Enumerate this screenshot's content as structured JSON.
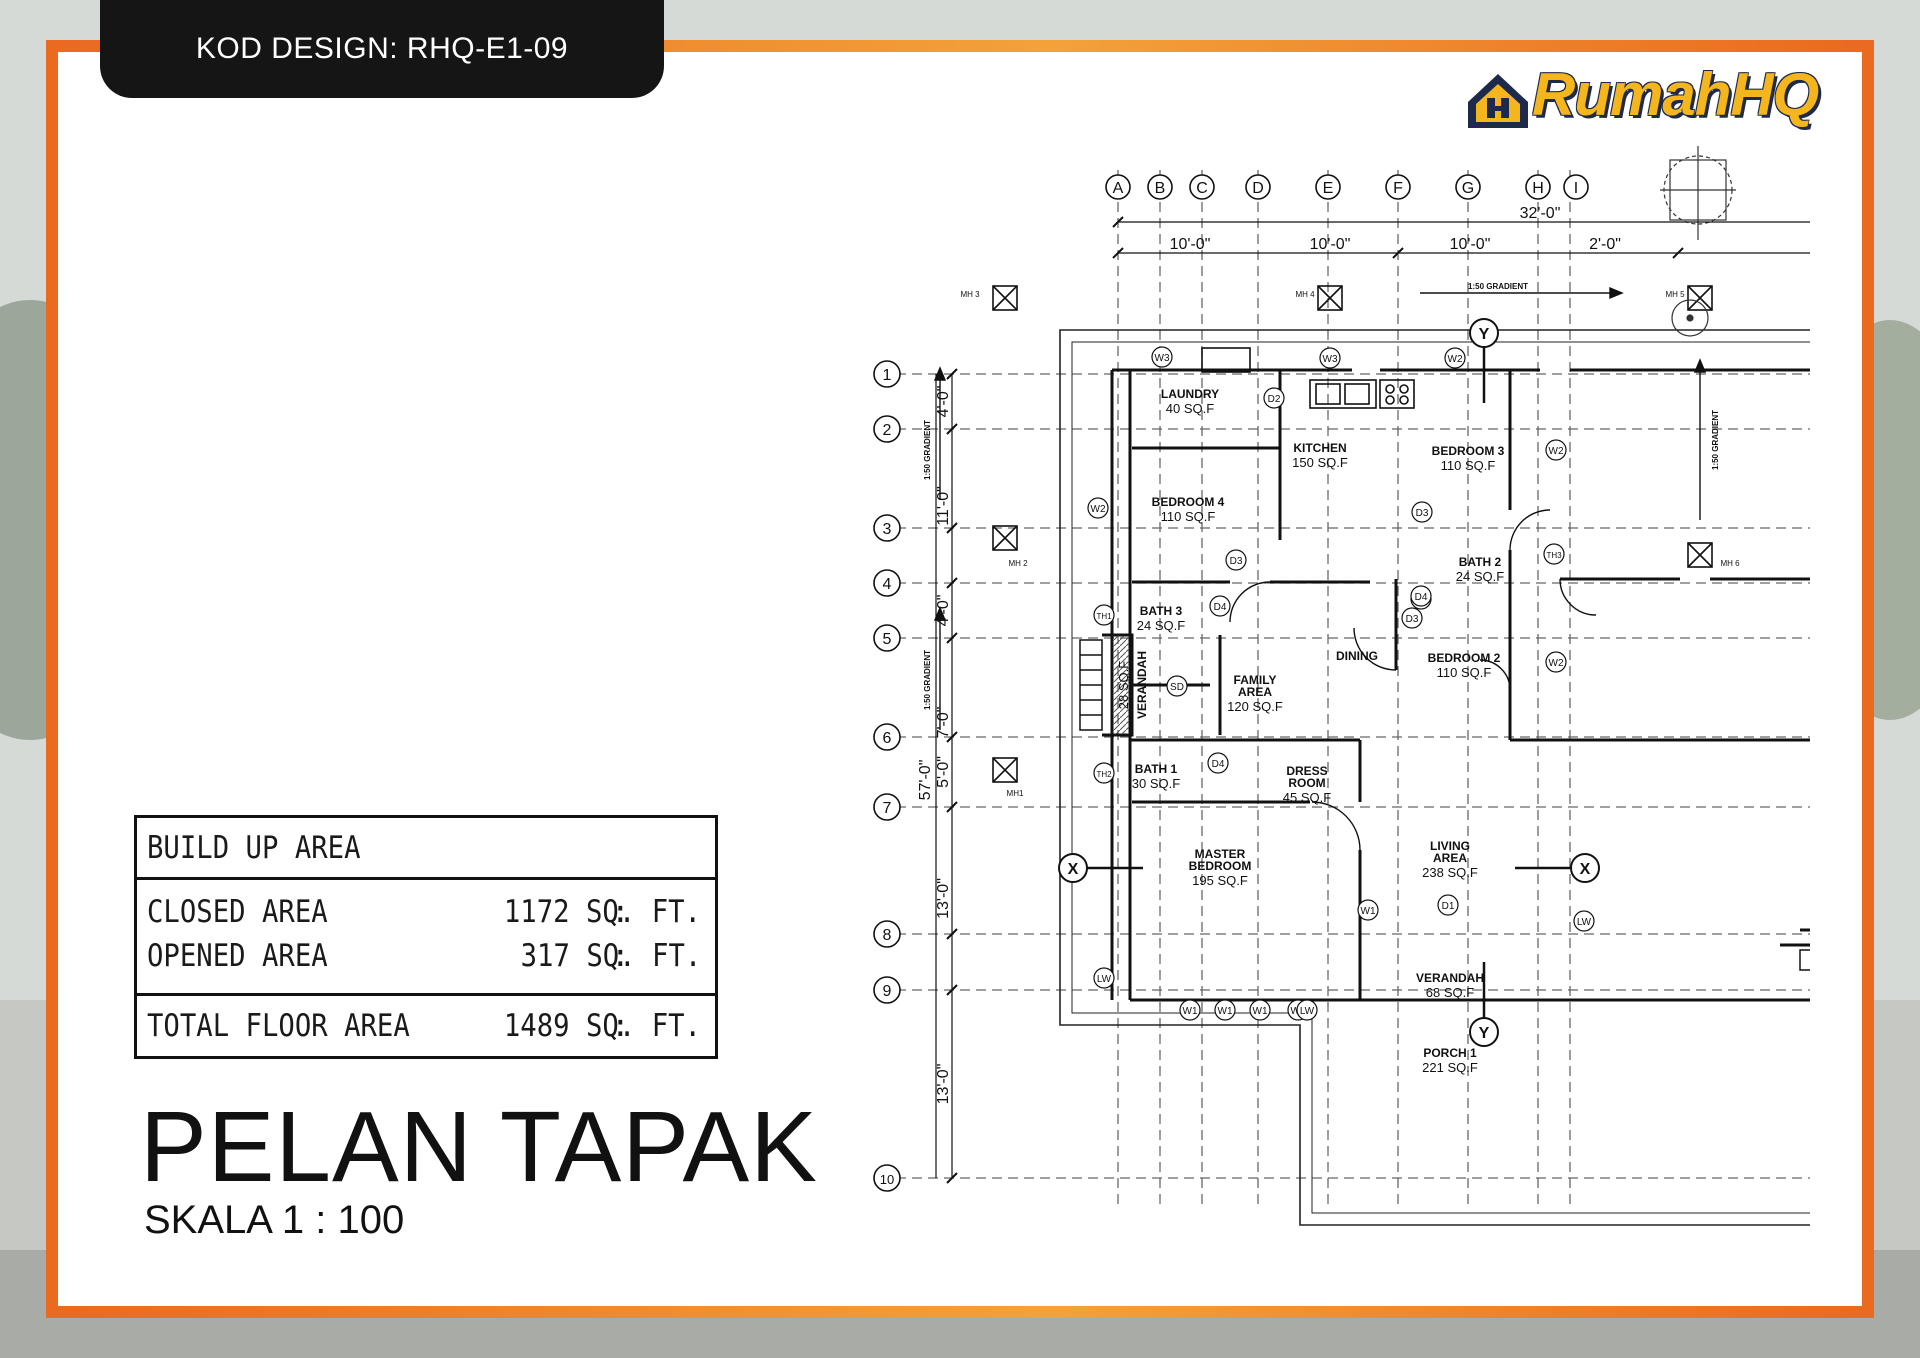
{
  "code_tab": {
    "text": "KOD DESIGN: RHQ-E1-09"
  },
  "logo": {
    "text": "RumahHQ",
    "icon": "house-logo-icon",
    "colors": {
      "gold": "#f5b51c",
      "navy": "#1d2a4c"
    }
  },
  "frame": {
    "border_color": "#ee7a22"
  },
  "build_up_area": {
    "heading": "BUILD UP AREA",
    "rows": [
      {
        "label": "CLOSED AREA",
        "value": "1172 SQ. FT."
      },
      {
        "label": "OPENED AREA",
        "value": "317 SQ. FT."
      }
    ],
    "total": {
      "label": "TOTAL FLOOR AREA",
      "value": "1489 SQ. FT."
    }
  },
  "title": {
    "main": "PELAN TAPAK",
    "scale": "SKALA 1 : 100"
  },
  "plan": {
    "grid_cols": [
      "A",
      "B",
      "C",
      "D",
      "E",
      "F",
      "G",
      "H",
      "I"
    ],
    "grid_rows": [
      "1",
      "2",
      "3",
      "4",
      "5",
      "6",
      "7",
      "8",
      "9",
      "10"
    ],
    "overall_width": "32'-0\"",
    "bay_widths": [
      "10'-0\"",
      "10'-0\"",
      "10'-0\"",
      "2'-0\""
    ],
    "overall_depth": "57'-0\"",
    "row_dims": [
      "4'-0\"",
      "11'-0\"",
      "4'-0\"",
      "7'-0\"",
      "5'-0\"",
      "13'-0\"",
      "13'-0\""
    ],
    "gradient_label": "1:50 GRADIENT",
    "manholes": [
      "MH 3",
      "MH 4",
      "MH 5",
      "MH 2",
      "MH 6",
      "MH1"
    ],
    "rooms": [
      {
        "name": "LAUNDRY",
        "area": "40 SQ.F"
      },
      {
        "name": "KITCHEN",
        "area": "150 SQ.F"
      },
      {
        "name": "BEDROOM 3",
        "area": "110 SQ.F"
      },
      {
        "name": "BEDROOM 4",
        "area": "110 SQ.F"
      },
      {
        "name": "BATH 2",
        "area": "24 SQ.F"
      },
      {
        "name": "BATH 3",
        "area": "24 SQ.F"
      },
      {
        "name": "FAMILY AREA",
        "area": "120 SQ.F"
      },
      {
        "name": "DINING",
        "area": ""
      },
      {
        "name": "BEDROOM 2",
        "area": "110 SQ.F"
      },
      {
        "name": "VERANDAH",
        "area": "28 SQ.F"
      },
      {
        "name": "BATH 1",
        "area": "30 SQ.F"
      },
      {
        "name": "DRESS ROOM",
        "area": "45 SQ.F"
      },
      {
        "name": "MASTER BEDROOM",
        "area": "195 SQ.F"
      },
      {
        "name": "LIVING AREA",
        "area": "238 SQ.F"
      },
      {
        "name": "VERANDAH",
        "area": "68 SQ.F"
      },
      {
        "name": "PORCH 1",
        "area": "221 SQ.F"
      }
    ],
    "tags": [
      "W3",
      "W3",
      "W2",
      "W2",
      "W2",
      "W2",
      "D2",
      "D3",
      "D3",
      "D3",
      "D3",
      "D4",
      "D4",
      "D4",
      "SD",
      "D1",
      "W1",
      "W1",
      "W1",
      "W1",
      "W1",
      "LW",
      "LW",
      "LW",
      "TH1",
      "TH2",
      "TH3"
    ],
    "section_marks": [
      "X",
      "X",
      "Y",
      "Y"
    ]
  }
}
